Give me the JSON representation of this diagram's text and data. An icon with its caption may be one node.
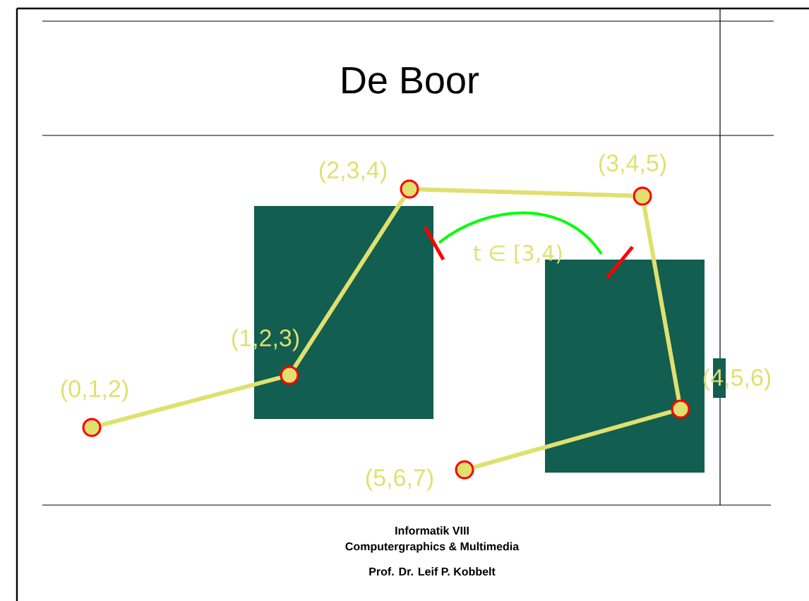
{
  "diagram": {
    "title": "De Boor",
    "nodes": [
      {
        "text": [],
        "shape": "circle",
        "beside": [
          "(0,1,2)"
        ]
      },
      {
        "text": [],
        "shape": "circle",
        "beside": [
          "(1,2,3)"
        ]
      },
      {
        "text": [],
        "shape": "circle",
        "beside": [
          "(2,3,4)"
        ]
      },
      {
        "text": [],
        "shape": "circle",
        "beside": [
          "(3,4,5)"
        ]
      },
      {
        "text": [],
        "shape": "circle",
        "beside": [
          "(4,5,6)"
        ]
      },
      {
        "text": [],
        "shape": "circle",
        "beside": [
          "(5,6,7)"
        ]
      }
    ],
    "edges": [
      {
        "from": 0,
        "to": 1,
        "arrow": "none"
      },
      {
        "from": 1,
        "to": 2,
        "arrow": "none"
      },
      {
        "from": 2,
        "to": 3,
        "arrow": "none"
      },
      {
        "from": 3,
        "to": 4,
        "arrow": "none"
      },
      {
        "from": 4,
        "to": 5,
        "arrow": "none"
      }
    ],
    "labels": [
      "t ∈ [3,4)",
      "Informatik VIII",
      "Computergraphics & Multimedia",
      "Prof. Dr. Leif P. Kobbelt"
    ]
  }
}
